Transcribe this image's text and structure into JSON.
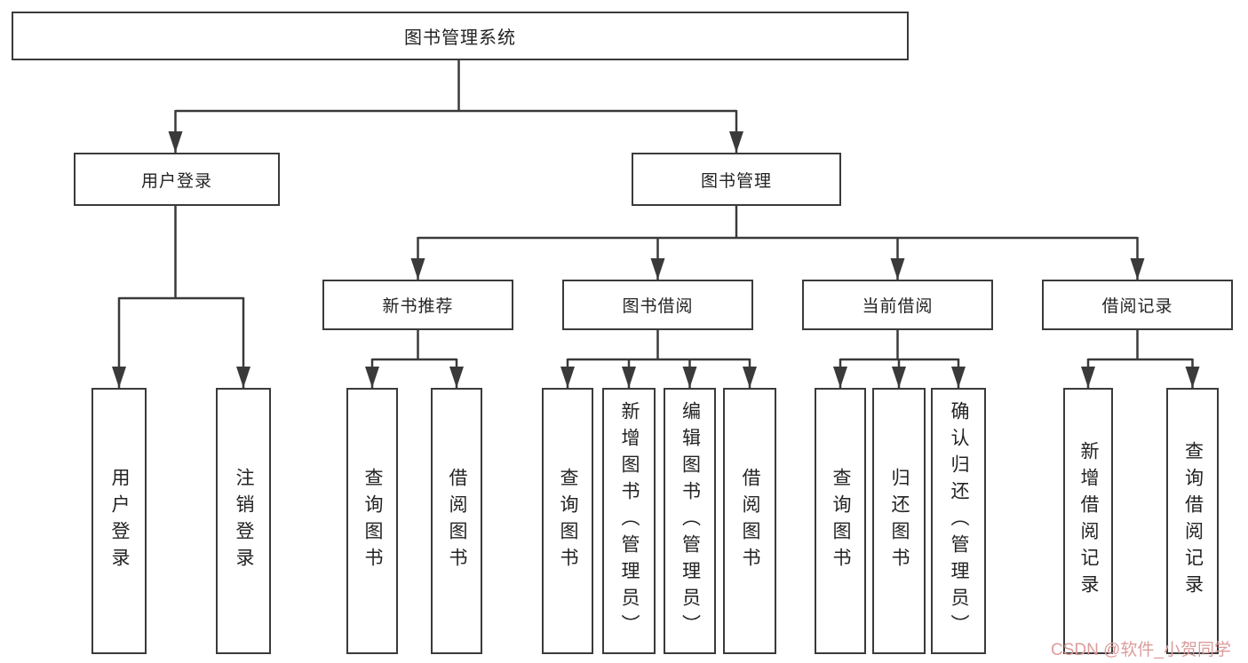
{
  "colors": {
    "line": "#3a3a3a",
    "box_border": "#3a3a3a",
    "text": "#232323",
    "background": "#ffffff",
    "watermark": "#dc9c9c"
  },
  "diagram": {
    "root": {
      "label": "图书管理系统"
    },
    "level2": [
      {
        "label": "用户登录"
      },
      {
        "label": "图书管理"
      }
    ],
    "level3": [
      {
        "label": "新书推荐"
      },
      {
        "label": "图书借阅"
      },
      {
        "label": "当前借阅"
      },
      {
        "label": "借阅记录"
      }
    ],
    "leaves": {
      "user_login": [
        "用户登录",
        "注销登录"
      ],
      "new_book_recommend": [
        "查询图书",
        "借阅图书"
      ],
      "book_borrowing": [
        "查询图书",
        "新增图书（管理员）",
        "编辑图书（管理员）",
        "借阅图书"
      ],
      "current_borrowing": [
        "查询图书",
        "归还图书",
        "确认归还（管理员）"
      ],
      "borrowing_records": [
        "新增借阅记录",
        "查询借阅记录"
      ]
    }
  },
  "watermark": {
    "text": "CSDN @软件_小贺同学"
  }
}
